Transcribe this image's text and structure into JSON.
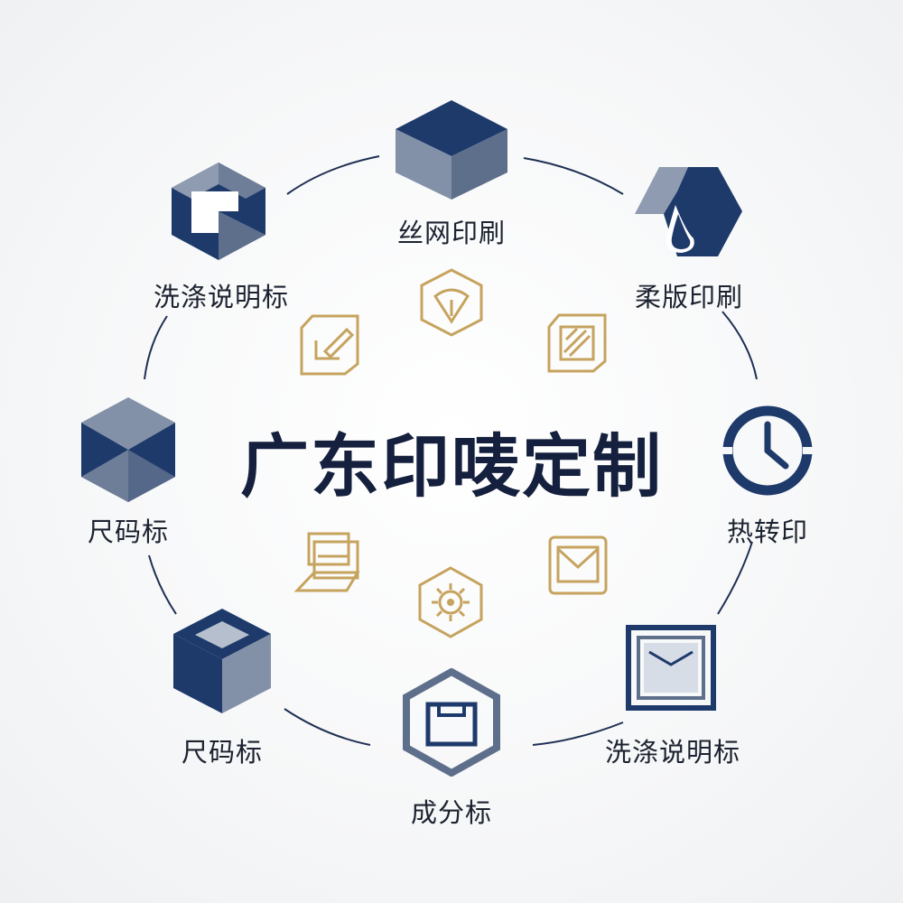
{
  "title": "广东印唛定制",
  "colors": {
    "navy": "#1e3a6b",
    "slate": "#7f8ca3",
    "gold": "#c6a35e",
    "line": "#1e2f52"
  },
  "nodes": [
    {
      "label": "丝网印刷",
      "icon": "cube-icon"
    },
    {
      "label": "柔版印刷",
      "icon": "hexagon-drop-icon"
    },
    {
      "label": "热转印",
      "icon": "clock-icon"
    },
    {
      "label": "洗涤说明标",
      "icon": "framed-box-icon"
    },
    {
      "label": "成分标",
      "icon": "hexagon-box-icon"
    },
    {
      "label": "尺码标",
      "icon": "open-cube-icon"
    },
    {
      "label": "尺码标",
      "icon": "cube-icon"
    },
    {
      "label": "洗涤说明标",
      "icon": "hexagon-fold-icon"
    }
  ],
  "inner_icons": [
    "shield-arrow-icon",
    "edit-tag-icon",
    "stamp-icon",
    "layers-icon",
    "envelope-icon",
    "gear-icon"
  ]
}
